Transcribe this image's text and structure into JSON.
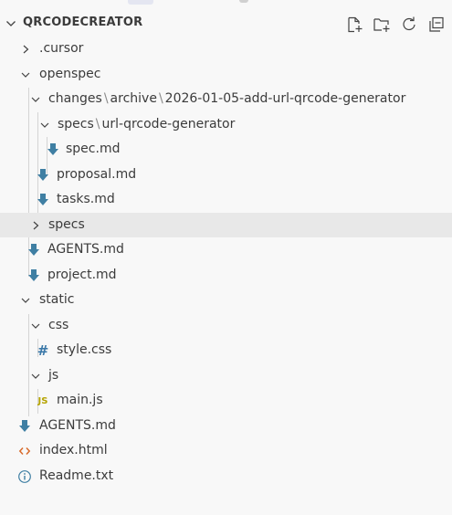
{
  "explorer": {
    "title": "QRCODECREATOR",
    "actions": [
      {
        "name": "new-file",
        "icon": "new-file-icon"
      },
      {
        "name": "new-folder",
        "icon": "new-folder-icon"
      },
      {
        "name": "refresh",
        "icon": "refresh-icon"
      },
      {
        "name": "collapse-all",
        "icon": "collapse-all-icon"
      }
    ]
  },
  "tree": {
    "cursor": ".cursor",
    "openspec": "openspec",
    "changes": {
      "p1": "changes",
      "p2": "archive",
      "p3": "2026-01-05-add-url-qrcode-generator"
    },
    "specs_nested": {
      "p1": "specs",
      "p2": "url-qrcode-generator"
    },
    "spec_md": "spec.md",
    "proposal_md": "proposal.md",
    "tasks_md": "tasks.md",
    "specs": "specs",
    "agents_md_inner": "AGENTS.md",
    "project_md": "project.md",
    "static": "static",
    "css": "css",
    "style_css": "style.css",
    "js": "js",
    "main_js": "main.js",
    "agents_md": "AGENTS.md",
    "index_html": "index.html",
    "readme_txt": "Readme.txt"
  },
  "separator": "\\",
  "icons": {
    "markdown": "markdown-download-icon",
    "css": "hash-icon",
    "js": "js-icon",
    "html": "code-brackets-icon",
    "txt": "info-icon"
  },
  "colors": {
    "markdown_icon": "#3f7fa3",
    "hover_row": "#e8e8e8",
    "background": "#f8f8f8"
  }
}
